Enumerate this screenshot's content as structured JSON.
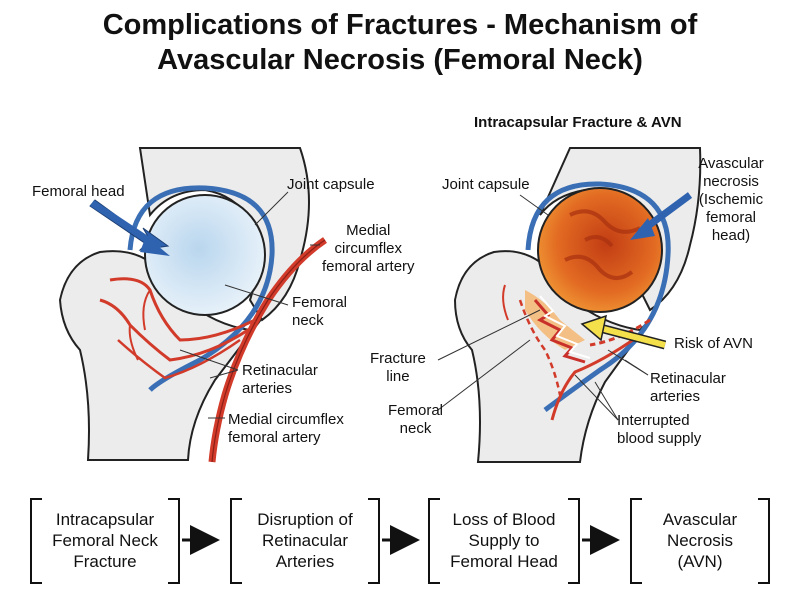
{
  "title": {
    "line1": "Complications of Fractures - Mechanism of",
    "line2": "Avascular Necrosis (Femoral Neck)"
  },
  "right_panel": {
    "subtitle": "Intracapsular Fracture & AVN"
  },
  "left_labels": {
    "femoral_head": "Femoral head",
    "joint_capsule": "Joint capsule",
    "medial_artery_top": "Medial\ncircumflex\nfemoral artery",
    "femoral_neck": "Femoral\nneck",
    "retinacular": "Retinacular\narteries",
    "medial_artery_bottom": "Medial circumflex\nfemoral artery"
  },
  "right_labels": {
    "joint_capsule": "Joint capsule",
    "avn": "Avascular\nnecrosis\n(Ischemic\nfemoral\nhead)",
    "fracture_line": "Fracture\nline",
    "risk": "Risk of AVN",
    "retinacular": "Retinacular\narteries",
    "femoral_neck": "Femoral\nneck",
    "interrupted": "Interrupted\nblood supply"
  },
  "flow": [
    {
      "text": "Intracapsular\nFemoral Neck\nFracture"
    },
    {
      "text": "Disruption of\nRetinacular\nArteries"
    },
    {
      "text": "Loss of Blood\nSupply to\nFemoral Head"
    },
    {
      "text": "Avascular\nNecrosis\n(AVN)"
    }
  ],
  "colors": {
    "capsule": "#3a6fb5",
    "artery": "#d23a2a",
    "artery_dark": "#8a1f16",
    "bone": "#ececec",
    "head_healthy": "#cfe3f3",
    "necrosis": "#d6501c",
    "pointer_blue": "#2f63b0",
    "pointer_yellow": "#f4e04a"
  },
  "icons": {
    "flow_arrow": "arrow-right-icon",
    "pointer_arrow": "pointer-arrow-icon"
  }
}
